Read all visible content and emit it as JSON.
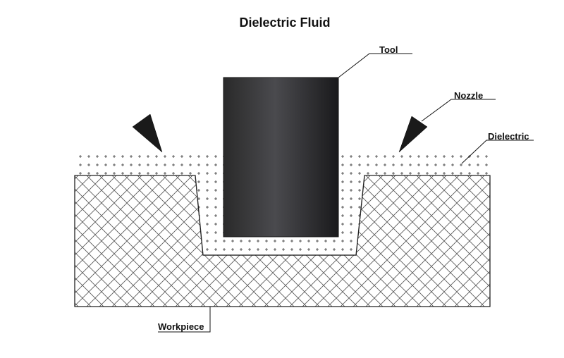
{
  "diagram": {
    "title": "Dielectric Fluid",
    "labels": {
      "tool": "Tool",
      "nozzle": "Nozzle",
      "dielectric": "Dielectric",
      "workpiece": "Workpiece"
    }
  },
  "colors": {
    "tool_dark": "#2a2a2a",
    "tool_mid": "#4a4a4e",
    "outline": "#222222",
    "hatch": "#555555",
    "dielectric_dots": "#333333"
  }
}
